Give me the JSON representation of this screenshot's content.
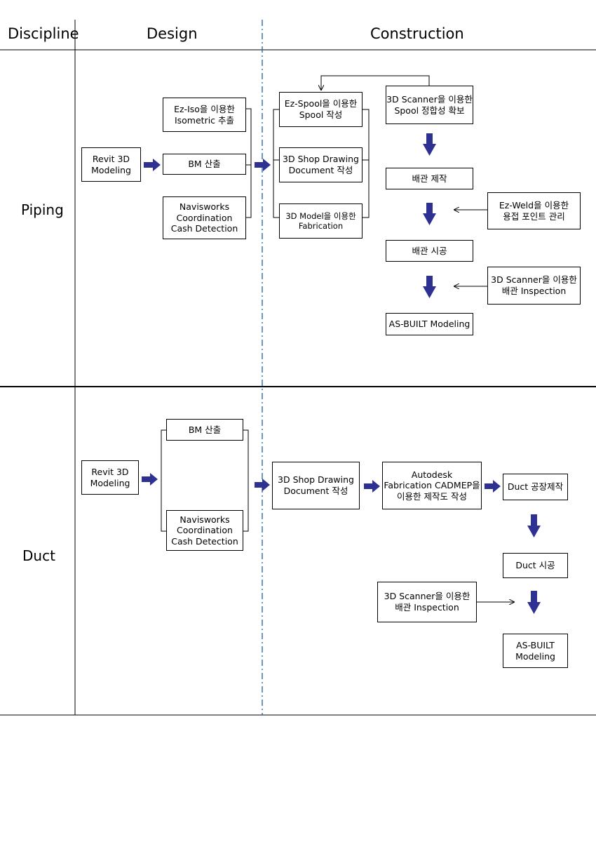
{
  "header": {
    "discipline": "Discipline",
    "design": "Design",
    "construction": "Construction"
  },
  "lanes": {
    "piping": "Piping",
    "duct": "Duct"
  },
  "piping": {
    "revit": "Revit 3D\nModeling",
    "ez_iso": "Ez-Iso을 이용한\nIsometric 추출",
    "bm": "BM 산출",
    "navisworks": "Navisworks\nCoordination\nCash Detection",
    "ez_spool": "Ez-Spool을 이용한\nSpool 작성",
    "shop_drawing": "3D Shop Drawing\nDocument 작성",
    "model_fabrication": "3D Model을 이용한\nFabrication",
    "scanner_spool": "3D Scanner을 이용한\nSpool 정합성 확보",
    "pipe_fabrication": "배관 제작",
    "ez_weld": "Ez-Weld을 이용한\n용접 포인트 관리",
    "pipe_install": "배관 시공",
    "scanner_inspection": "3D Scanner을 이용한\n배관 Inspection",
    "as_built": "AS-BUILT Modeling"
  },
  "duct": {
    "revit": "Revit 3D\nModeling",
    "bm": "BM 산출",
    "navisworks": "Navisworks\nCoordination\nCash Detection",
    "shop_drawing": "3D Shop  Drawing\nDocument 작성",
    "cadmep": "Autodesk\nFabrication CADMEP을\n이용한 제작도 작성",
    "factory": "Duct 공장제작",
    "install": "Duct 시공",
    "scanner_inspection": "3D Scanner을 이용한\n배관 Inspection",
    "as_built": "AS-BUILT\nModeling"
  },
  "colors": {
    "arrow": "#2e3192",
    "divider": "#1f5fa8",
    "line": "#000000"
  }
}
